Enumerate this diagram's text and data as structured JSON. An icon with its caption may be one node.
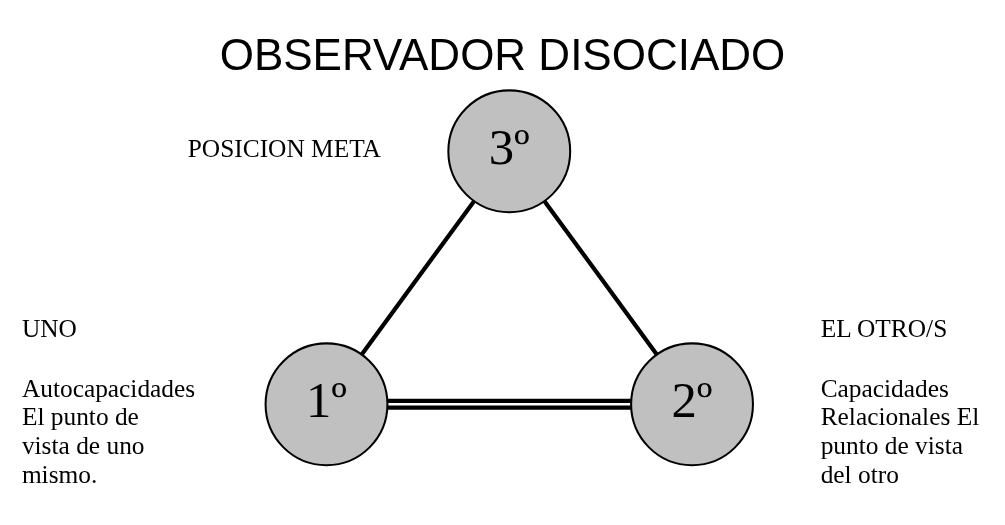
{
  "diagram": {
    "title": "OBSERVADOR DISOCIADO",
    "nodes": [
      {
        "text": [
          "3º"
        ],
        "beside": [
          "POSICION META"
        ]
      },
      {
        "text": [
          "1º"
        ],
        "beside": [
          "UNO",
          "Autocapacidades El punto de vista de uno mismo."
        ]
      },
      {
        "text": [
          "2º"
        ],
        "beside": [
          "EL OTRO/S",
          "Capacidades Relacionales El punto de vista del otro"
        ]
      }
    ],
    "edges": [
      {
        "from": 1,
        "to": 0,
        "arrow": "none"
      },
      {
        "from": 0,
        "to": 2,
        "arrow": "none"
      },
      {
        "from": 1,
        "to": 2,
        "arrow": "none"
      }
    ]
  }
}
